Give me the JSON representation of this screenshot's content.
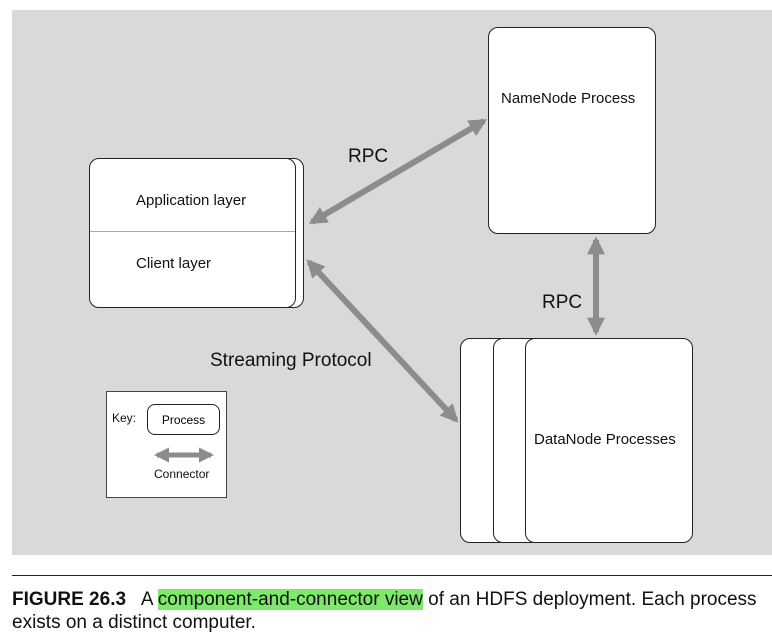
{
  "diagram": {
    "client": {
      "application_layer": "Application layer",
      "client_layer": "Client layer"
    },
    "namenode": {
      "label": "NameNode Process"
    },
    "datanodes": {
      "label": "DataNode Processes"
    },
    "connectors": {
      "rpc_client_namenode": "RPC",
      "rpc_namenode_datanode": "RPC",
      "streaming": "Streaming Protocol"
    },
    "key": {
      "title": "Key:",
      "process": "Process",
      "connector": "Connector"
    },
    "colors": {
      "background": "#d9d9d9",
      "arrow": "#8c8c8c",
      "highlight": "#7ee86a"
    }
  },
  "caption": {
    "label": "FIGURE 26.3",
    "pre": "A",
    "highlight": "component-and-connector view",
    "post": "of an HDFS deployment. Each process exists on a distinct computer."
  }
}
